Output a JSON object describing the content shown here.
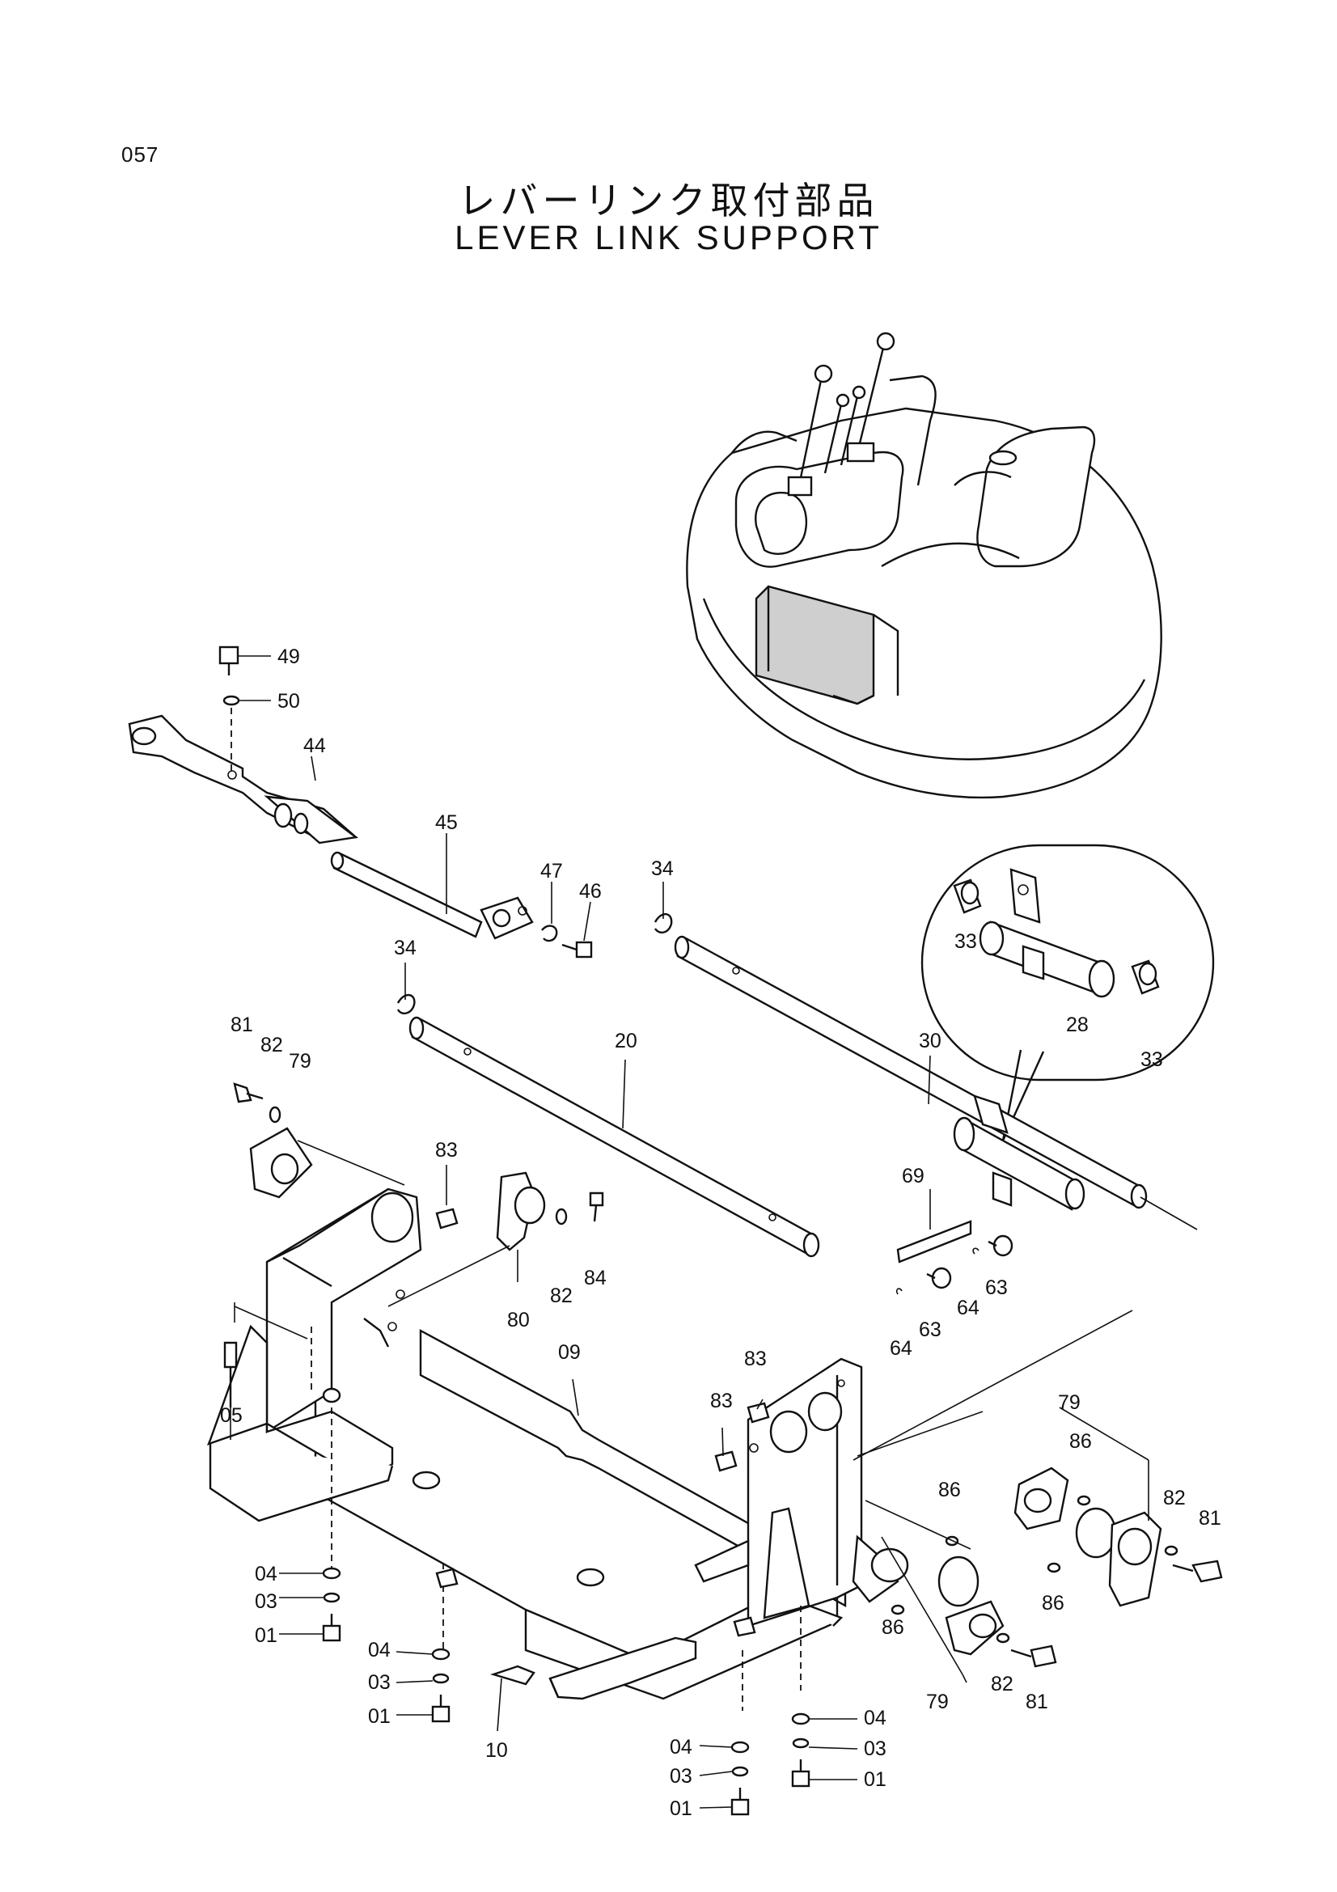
{
  "page_number": "057",
  "title_jp": "レバーリンク取付部品",
  "title_en": "LEVER LINK SUPPORT",
  "callouts": [
    {
      "id": "c49",
      "text": "49"
    },
    {
      "id": "c50",
      "text": "50"
    },
    {
      "id": "c44",
      "text": "44"
    },
    {
      "id": "c45",
      "text": "45"
    },
    {
      "id": "c47",
      "text": "47"
    },
    {
      "id": "c46",
      "text": "46"
    },
    {
      "id": "c34a",
      "text": "34"
    },
    {
      "id": "c34b",
      "text": "34"
    },
    {
      "id": "c20",
      "text": "20"
    },
    {
      "id": "c30",
      "text": "30"
    },
    {
      "id": "c33a",
      "text": "33"
    },
    {
      "id": "c33b",
      "text": "33"
    },
    {
      "id": "c28",
      "text": "28"
    },
    {
      "id": "c81a",
      "text": "81"
    },
    {
      "id": "c82a",
      "text": "82"
    },
    {
      "id": "c79a",
      "text": "79"
    },
    {
      "id": "c83a",
      "text": "83"
    },
    {
      "id": "c82b",
      "text": "82"
    },
    {
      "id": "c84",
      "text": "84"
    },
    {
      "id": "c80",
      "text": "80"
    },
    {
      "id": "c69",
      "text": "69"
    },
    {
      "id": "c64a",
      "text": "64"
    },
    {
      "id": "c63a",
      "text": "63"
    },
    {
      "id": "c64b",
      "text": "64"
    },
    {
      "id": "c63b",
      "text": "63"
    },
    {
      "id": "c05",
      "text": "05"
    },
    {
      "id": "c09",
      "text": "09"
    },
    {
      "id": "c83b",
      "text": "83"
    },
    {
      "id": "c83c",
      "text": "83"
    },
    {
      "id": "c79b",
      "text": "79"
    },
    {
      "id": "c86a",
      "text": "86"
    },
    {
      "id": "c86b",
      "text": "86"
    },
    {
      "id": "c86c",
      "text": "86"
    },
    {
      "id": "c86d",
      "text": "86"
    },
    {
      "id": "c82c",
      "text": "82"
    },
    {
      "id": "c81b",
      "text": "81"
    },
    {
      "id": "c82d",
      "text": "82"
    },
    {
      "id": "c81c",
      "text": "81"
    },
    {
      "id": "c79c",
      "text": "79"
    },
    {
      "id": "c04a",
      "text": "04"
    },
    {
      "id": "c03a",
      "text": "03"
    },
    {
      "id": "c01a",
      "text": "01"
    },
    {
      "id": "c04b",
      "text": "04"
    },
    {
      "id": "c03b",
      "text": "03"
    },
    {
      "id": "c01b",
      "text": "01"
    },
    {
      "id": "c10",
      "text": "10"
    },
    {
      "id": "c04c",
      "text": "04"
    },
    {
      "id": "c03c",
      "text": "03"
    },
    {
      "id": "c01c",
      "text": "01"
    },
    {
      "id": "c04d",
      "text": "04"
    },
    {
      "id": "c03d",
      "text": "03"
    },
    {
      "id": "c01d",
      "text": "01"
    }
  ]
}
